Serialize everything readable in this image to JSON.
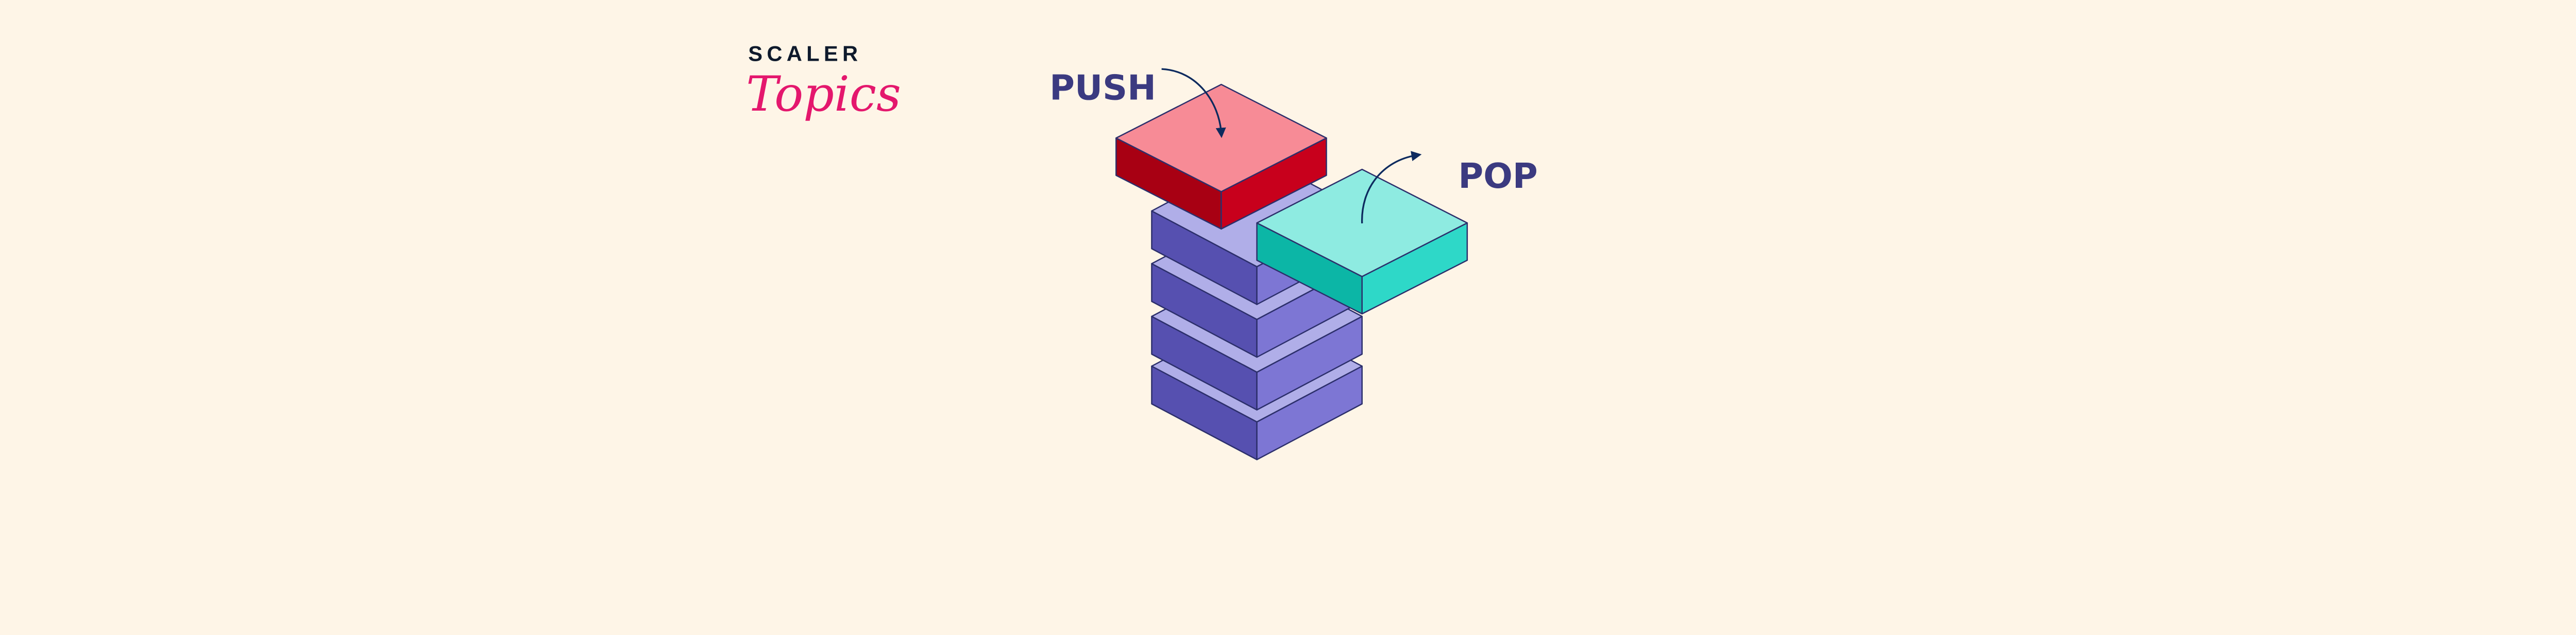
{
  "logo": {
    "brand": "SCALER",
    "product": "Topics"
  },
  "labels": {
    "push": "PUSH",
    "pop": "POP"
  },
  "stack": {
    "item_count": 4
  },
  "colors": {
    "background": "#fef5e7",
    "stack_top": "#b0aee8",
    "stack_left": "#5650b0",
    "stack_right": "#7d76d4",
    "push_top": "#f78b96",
    "push_left": "#a80013",
    "push_right": "#c8001c",
    "pop_top": "#8eebe1",
    "pop_left": "#0cb6a6",
    "pop_right": "#2ed8c8",
    "outline": "#2c2f6b",
    "arrow": "#0d2a5e",
    "label": "#3b3a80"
  }
}
